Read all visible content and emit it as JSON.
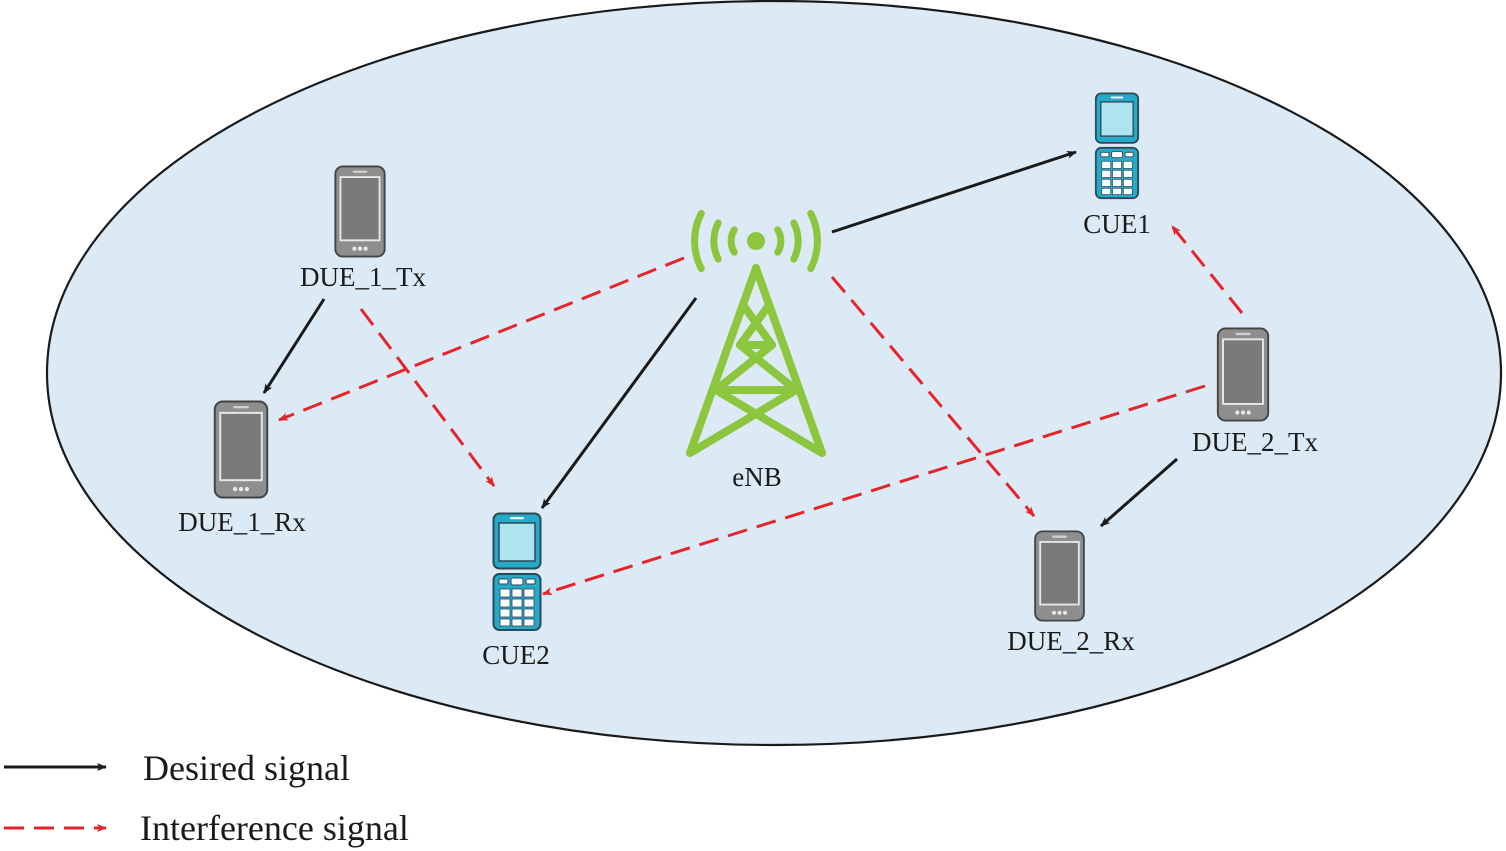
{
  "nodes": {
    "enb": {
      "label": "eNB",
      "color": "#8cc63f"
    },
    "cue1": {
      "label": "CUE1",
      "color": "#27a9c9"
    },
    "cue2": {
      "label": "CUE2",
      "color": "#27a9c9"
    },
    "due1_tx": {
      "label": "DUE_1_Tx",
      "color": "#8e8e8e"
    },
    "due1_rx": {
      "label": "DUE_1_Rx",
      "color": "#8e8e8e"
    },
    "due2_tx": {
      "label": "DUE_2_Tx",
      "color": "#8e8e8e"
    },
    "due2_rx": {
      "label": "DUE_2_Rx",
      "color": "#8e8e8e"
    }
  },
  "links": [
    {
      "from": "enb",
      "to": "cue1",
      "type": "desired"
    },
    {
      "from": "enb",
      "to": "cue2",
      "type": "desired"
    },
    {
      "from": "due1_tx",
      "to": "due1_rx",
      "type": "desired"
    },
    {
      "from": "due2_tx",
      "to": "due2_rx",
      "type": "desired"
    },
    {
      "from": "enb",
      "to": "due1_rx",
      "type": "interference"
    },
    {
      "from": "due1_tx",
      "to": "cue2",
      "type": "interference"
    },
    {
      "from": "enb",
      "to": "due2_rx",
      "type": "interference"
    },
    {
      "from": "due2_tx",
      "to": "cue2",
      "type": "interference"
    },
    {
      "from": "due2_tx",
      "to": "cue1",
      "type": "interference"
    }
  ],
  "legend": {
    "desired": "Desired signal",
    "interference": "Interference signal"
  },
  "colors": {
    "cell_fill": "#dceaf6",
    "cell_stroke": "#1a1a1a",
    "desired": "#1a1a1a",
    "interference": "#e3262b"
  }
}
